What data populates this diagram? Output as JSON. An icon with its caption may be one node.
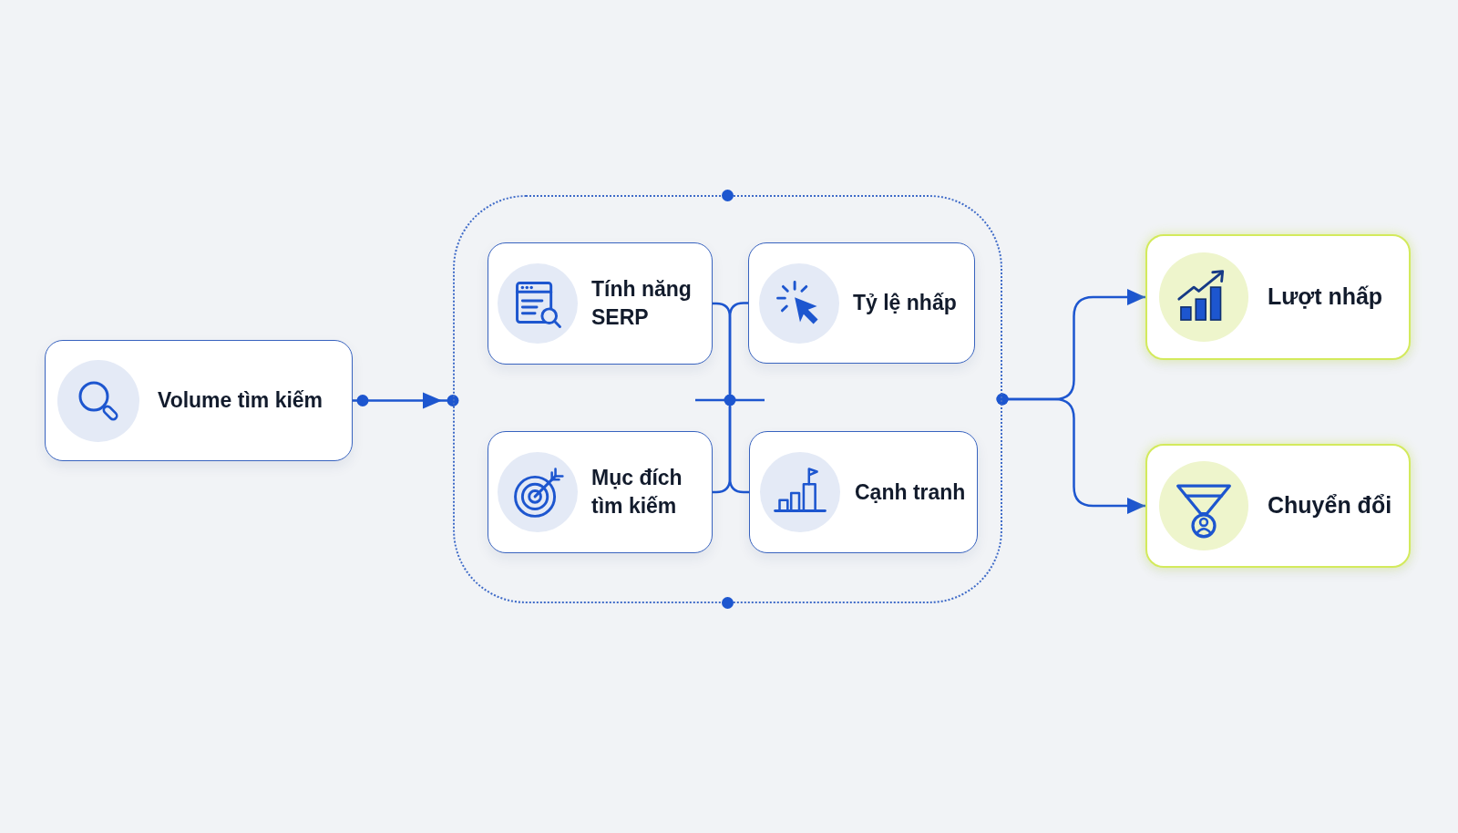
{
  "diagram": {
    "nodes": [
      {
        "text": [
          "Volume tìm kiếm"
        ]
      },
      {
        "text": [],
        "shape": "box"
      },
      {
        "text": [
          "Tính năng SERP"
        ],
        "in": 1
      },
      {
        "text": [
          "Tỷ lệ nhấp"
        ],
        "in": 1
      },
      {
        "text": [],
        "shape": "circle",
        "in": 1
      },
      {
        "text": [
          "Mục đích tìm kiếm"
        ],
        "in": 1
      },
      {
        "text": [
          "Cạnh tranh"
        ],
        "in": 1
      },
      {
        "text": [
          "Lượt nhấp"
        ]
      },
      {
        "text": [
          "Chuyển đổi"
        ]
      }
    ],
    "edges": [
      {
        "from": 0,
        "to": 1,
        "arrow": "to"
      },
      {
        "from": 2,
        "to": 4,
        "arrow": "none"
      },
      {
        "from": 3,
        "to": 4,
        "arrow": "none"
      },
      {
        "from": 5,
        "to": 4,
        "arrow": "none"
      },
      {
        "from": 6,
        "to": 4,
        "arrow": "none"
      },
      {
        "from": 1,
        "to": 7,
        "arrow": "to"
      },
      {
        "from": 1,
        "to": 8,
        "arrow": "to"
      }
    ]
  }
}
